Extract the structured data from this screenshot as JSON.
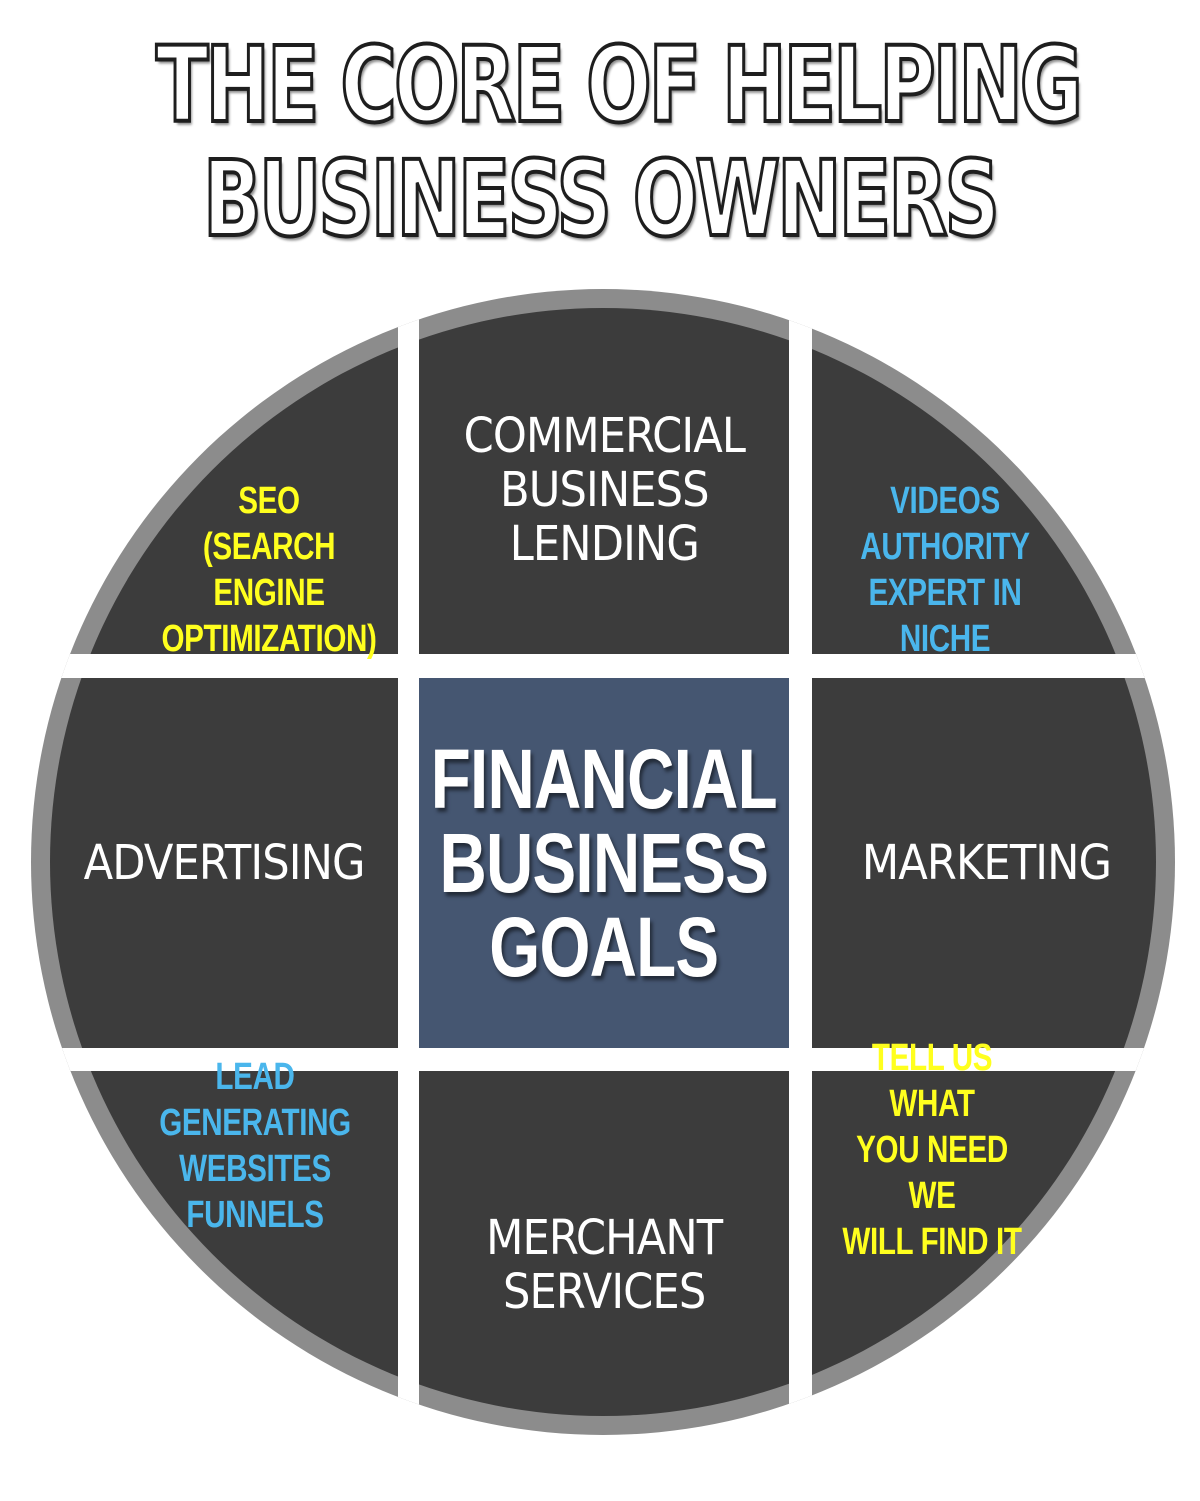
{
  "title": {
    "line1": "THE CORE OF HELPING",
    "line2": "BUSINESS OWNERS"
  },
  "colors": {
    "ring": "#8c8c8c",
    "segment": "#3c3c3c",
    "center": "#455671",
    "gap": "#ffffff",
    "yellow_text": "#ffff1e",
    "blue_text": "#4ab6ec",
    "white_text": "#ffffff"
  },
  "segments": {
    "top_left": {
      "text": "SEO\n(SEARCH ENGINE\nOPTIMIZATION)",
      "color": "#ffff1e"
    },
    "top_center": {
      "text": "COMMERCIAL\nBUSINESS\nLENDING",
      "color": "#ffffff"
    },
    "top_right": {
      "text": "VIDEOS\nAUTHORITY\nEXPERT IN NICHE",
      "color": "#4ab6ec"
    },
    "middle_left": {
      "text": "ADVERTISING",
      "color": "#ffffff"
    },
    "center": {
      "text": "FINANCIAL\nBUSINESS\nGOALS",
      "color": "#ffffff"
    },
    "middle_right": {
      "text": "MARKETING",
      "color": "#ffffff"
    },
    "bottom_left": {
      "text": "LEAD GENERATING\nWEBSITES\nFUNNELS",
      "color": "#4ab6ec"
    },
    "bottom_center": {
      "text": "MERCHANT\nSERVICES",
      "color": "#ffffff"
    },
    "bottom_right": {
      "text": "TELL US WHAT\nYOU NEED WE\nWILL FIND IT",
      "color": "#ffff1e"
    }
  }
}
